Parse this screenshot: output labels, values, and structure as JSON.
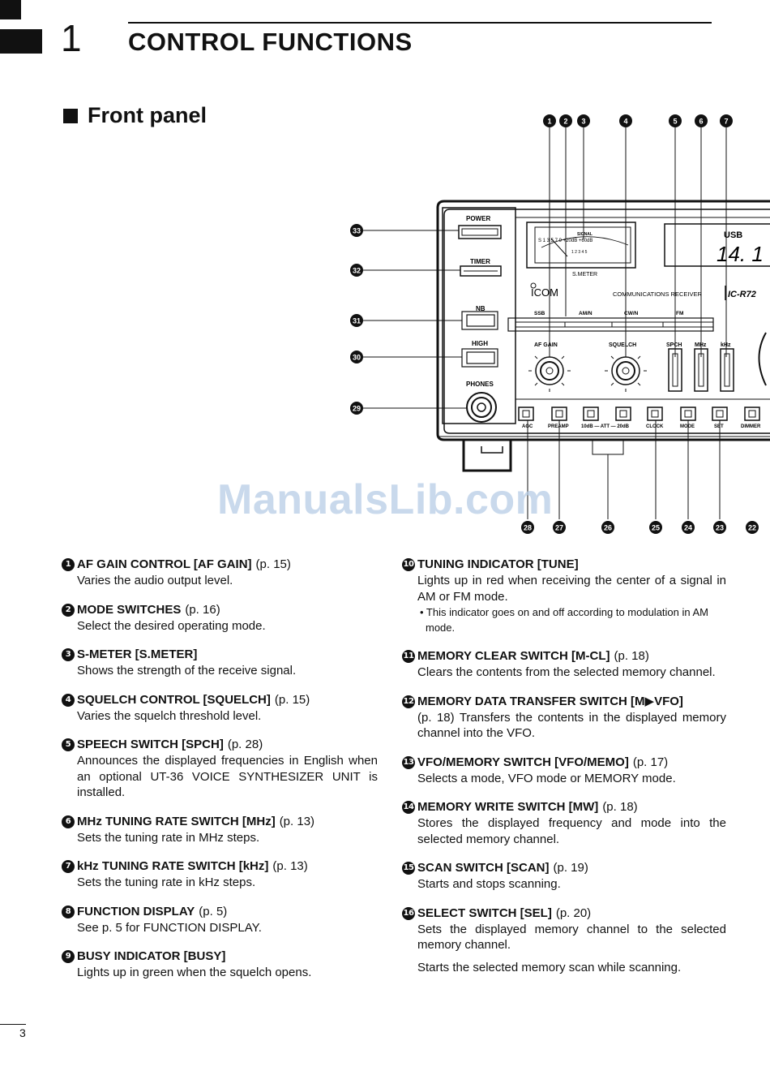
{
  "header": {
    "chapter_number": "1",
    "chapter_title": "CONTROL FUNCTIONS"
  },
  "section_title": "Front panel",
  "watermark": "ManualsLib.com",
  "panel": {
    "power": "POWER",
    "timer": "TIMER",
    "nb": "NB",
    "high": "HIGH",
    "phones": "PHONES",
    "signal": "SIGNAL",
    "meter_scale": "S  1  3  5  7  9  +20dB  +60dB",
    "meter_scale2": "1  2  3  4  5",
    "smeter": "S.METER",
    "brand": "ICOM",
    "model_text": "COMMUNICATIONS RECEIVER",
    "model": "IC-R72",
    "mode_usb": "USB",
    "freq": "14. 1",
    "ssb": "SSB",
    "amn": "AM/N",
    "cwn": "CW/N",
    "fm": "FM",
    "af_gain": "AF GAIN",
    "squelch": "SQUELCH",
    "spch": "SPCH",
    "mhz": "MHz",
    "khz": "kHz",
    "agc": "AGC",
    "preamp": "PREAMP",
    "att": "10dB — ATT — 20dB",
    "clock": "CLOCK",
    "mode": "MODE",
    "set": "SET",
    "dimmer": "DIMMER"
  },
  "left_items": [
    {
      "num": "1",
      "title": "AF GAIN CONTROL [AF GAIN]",
      "page": "(p. 15)",
      "desc": "Varies the audio output level."
    },
    {
      "num": "2",
      "title": "MODE SWITCHES",
      "page": "(p. 16)",
      "desc": "Select the desired operating mode."
    },
    {
      "num": "3",
      "title": "S-METER [S.METER]",
      "page": "",
      "desc": "Shows the strength of the receive signal."
    },
    {
      "num": "4",
      "title": "SQUELCH CONTROL [SQUELCH]",
      "page": "(p. 15)",
      "desc": "Varies the squelch threshold level."
    },
    {
      "num": "5",
      "title": "SPEECH SWITCH [SPCH]",
      "page": "(p. 28)",
      "desc": "Announces the displayed frequencies in English when an optional UT-36 VOICE SYNTHESIZER UNIT is installed."
    },
    {
      "num": "6",
      "title": "MHz TUNING RATE SWITCH [MHz]",
      "page": "(p. 13)",
      "desc": "Sets the tuning rate in MHz steps."
    },
    {
      "num": "7",
      "title": "kHz TUNING RATE SWITCH [kHz]",
      "page": "(p. 13)",
      "desc": "Sets the tuning rate in kHz steps."
    },
    {
      "num": "8",
      "title": "FUNCTION DISPLAY",
      "page": "(p. 5)",
      "desc": "See p. 5 for FUNCTION DISPLAY."
    },
    {
      "num": "9",
      "title": "BUSY INDICATOR [BUSY]",
      "page": "",
      "desc": "Lights up in green when the squelch opens."
    }
  ],
  "right_items": [
    {
      "num": "10",
      "title": "TUNING INDICATOR [TUNE]",
      "page": "",
      "desc": "Lights up in red when receiving the center of a signal in AM or FM mode.",
      "note": "• This indicator goes on and off according to modulation in AM mode."
    },
    {
      "num": "11",
      "title": "MEMORY CLEAR SWITCH [M-CL]",
      "page": "(p. 18)",
      "desc": "Clears the contents from the selected memory channel."
    },
    {
      "num": "12",
      "title": "MEMORY DATA TRANSFER SWITCH [M▶VFO]",
      "page": "",
      "desc": "(p. 18) Transfers the contents in the displayed memory channel into the VFO."
    },
    {
      "num": "13",
      "title": "VFO/MEMORY SWITCH [VFO/MEMO]",
      "page": "(p. 17)",
      "desc": "Selects a mode, VFO mode or MEMORY mode."
    },
    {
      "num": "14",
      "title": "MEMORY WRITE SWITCH [MW]",
      "page": "(p. 18)",
      "desc": "Stores the displayed frequency and mode into the selected memory channel."
    },
    {
      "num": "15",
      "title": "SCAN SWITCH [SCAN]",
      "page": "(p. 19)",
      "desc": "Starts and stops scanning."
    },
    {
      "num": "16",
      "title": "SELECT SWITCH [SEL]",
      "page": "(p. 20)",
      "desc": "Sets the displayed memory channel to the selected memory channel.",
      "note2": "Starts the selected memory scan while scanning."
    }
  ],
  "callouts": {
    "top": [
      "1",
      "2",
      "3",
      "4",
      "5",
      "6",
      "7"
    ],
    "left": [
      "33",
      "32",
      "31",
      "30",
      "29"
    ],
    "bottom": [
      "28",
      "27",
      "26",
      "25",
      "24",
      "23",
      "22"
    ]
  },
  "footer": {
    "page_number": "3"
  }
}
